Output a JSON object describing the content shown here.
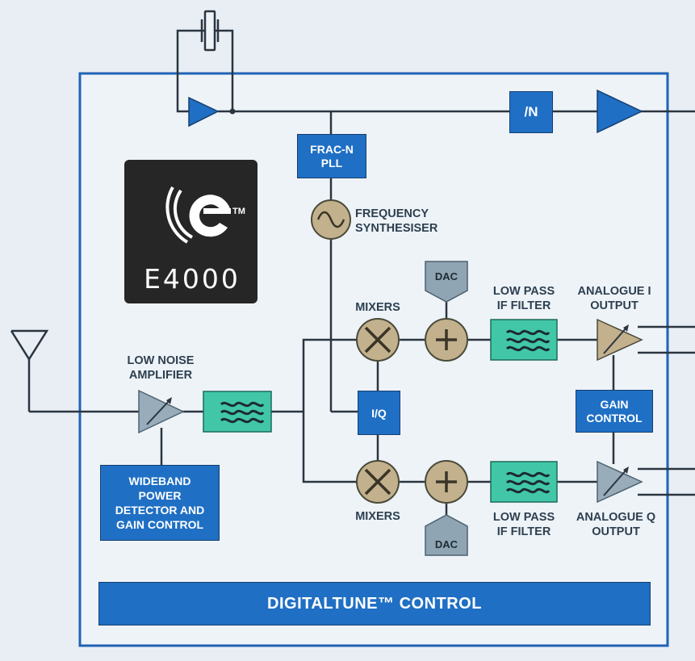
{
  "colors": {
    "background": "#e8eef4",
    "frame": "#1f63b5",
    "block_blue": "#1f6fc4",
    "filter_teal": "#41c7a8",
    "mixer_tan": "#c2b18c",
    "dac_gray": "#8fa5b3",
    "amp_gray": "#98adb9",
    "line": "#2b3540",
    "logo_dark": "#262626"
  },
  "logo": {
    "text": "E4000",
    "mark": "e-logo-icon",
    "trademark": "TM"
  },
  "blocks": {
    "frac_n_pll": "FRAC-N\nPLL",
    "divider": "/N",
    "iq": "I/Q",
    "gain_control": "GAIN\nCONTROL",
    "wideband": "WIDEBAND\nPOWER\nDETECTOR AND\nGAIN CONTROL",
    "digitaltune": "DIGITALTUNE™ CONTROL",
    "dac_top": "DAC",
    "dac_bottom": "DAC"
  },
  "labels": {
    "frequency_synthesiser": "FREQUENCY\nSYNTHESISER",
    "mixers_top": "MIXERS",
    "mixers_bottom": "MIXERS",
    "low_noise_amplifier": "LOW NOISE\nAMPLIFIER",
    "lpf_top": "LOW PASS\nIF FILTER",
    "lpf_bottom": "LOW PASS\nIF FILTER",
    "analogue_i": "ANALOGUE I\nOUTPUT",
    "analogue_q": "ANALOGUE Q\nOUTPUT"
  },
  "icons": {
    "crystal": "crystal-icon",
    "antenna": "antenna-icon",
    "oscillator": "sine-wave-icon",
    "mixer": "multiply-icon",
    "adder": "plus-icon",
    "filter": "wave-filter-icon",
    "amplifier": "triangle-amp-icon"
  }
}
